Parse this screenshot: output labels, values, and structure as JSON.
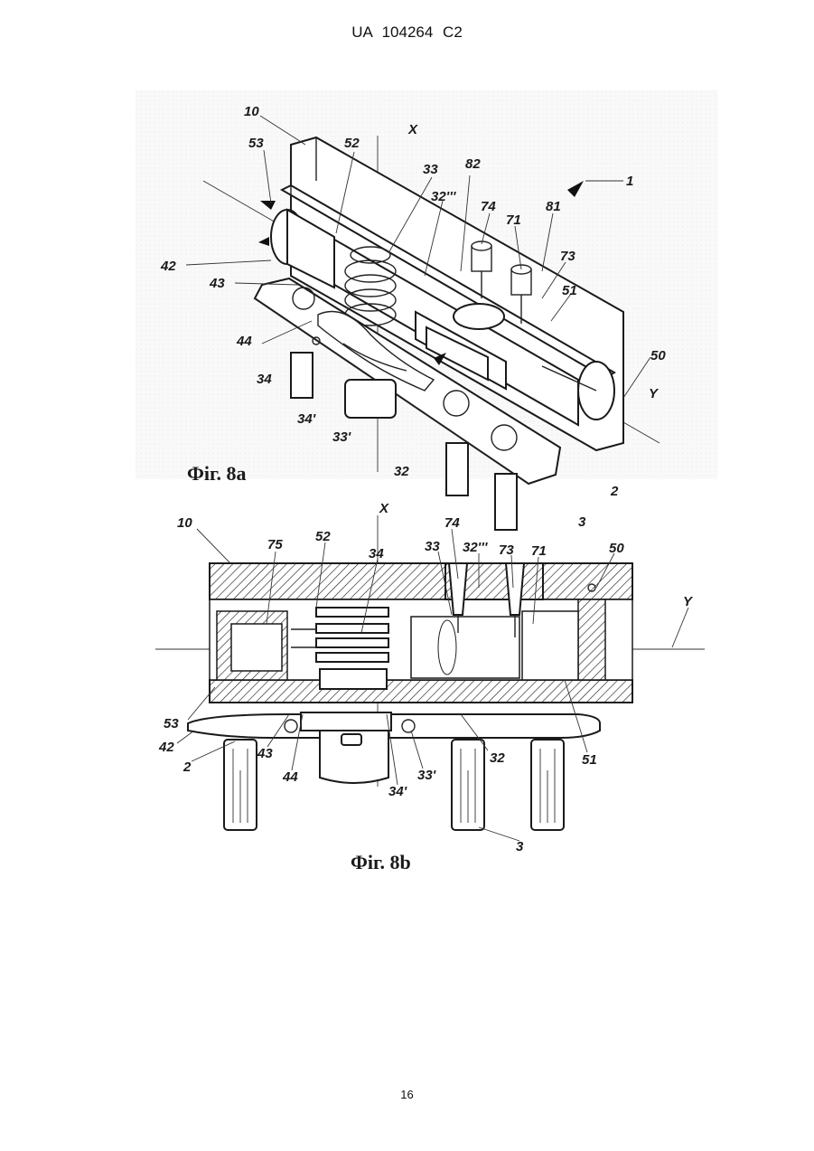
{
  "header": {
    "patent_number": "UA   104264   C2"
  },
  "figure_a": {
    "caption": "Фіг. 8а",
    "labels": {
      "l10": "10",
      "l53": "53",
      "l52": "52",
      "lX": "X",
      "l33": "33",
      "l82": "82",
      "l1": "1",
      "l32ppp": "32'''",
      "l74": "74",
      "l81": "81",
      "l71": "71",
      "l73": "73",
      "l42": "42",
      "l43": "43",
      "l51": "51",
      "l44": "44",
      "l50": "50",
      "l34": "34",
      "lY": "Y",
      "l34p": "34'",
      "l33p": "33'",
      "l32": "32",
      "l2": "2",
      "l3": "3"
    }
  },
  "figure_b": {
    "caption": "Фіг. 8b",
    "labels": {
      "l10": "10",
      "l75": "75",
      "l52": "52",
      "lX": "X",
      "l74": "74",
      "l34": "34",
      "l33": "33",
      "l32ppp": "32'''",
      "l73": "73",
      "l71": "71",
      "l50": "50",
      "lY": "Y",
      "l53": "53",
      "l42": "42",
      "l2": "2",
      "l43": "43",
      "l44": "44",
      "l32": "32",
      "l51": "51",
      "l33p": "33'",
      "l34p": "34'",
      "l3": "3"
    }
  },
  "footer": {
    "page_number": "16"
  }
}
